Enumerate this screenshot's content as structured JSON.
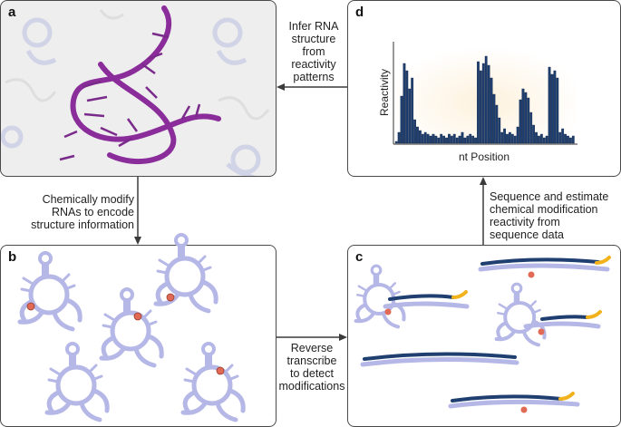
{
  "panels": {
    "a": {
      "label": "a"
    },
    "b": {
      "label": "b"
    },
    "c": {
      "label": "c"
    },
    "d": {
      "label": "d"
    }
  },
  "arrows": {
    "infer": [
      "Infer RNA",
      "structure",
      "from",
      "reactivity",
      "patterns"
    ],
    "modify": [
      "Chemically modify",
      "RNAs to encode",
      "structure information"
    ],
    "reverse": [
      "Reverse",
      "transcribe",
      "to detect",
      "modifications"
    ],
    "sequence": [
      "Sequence and estimate",
      "chemical modification",
      "reactivity from",
      "sequence data"
    ]
  },
  "chart_data": {
    "type": "bar",
    "xlabel": "nt Position",
    "ylabel": "Reactivity",
    "values": [
      1,
      6,
      26,
      44,
      40,
      30,
      36,
      13,
      9,
      7,
      5,
      6,
      5,
      4,
      5,
      4,
      3,
      5,
      4,
      3,
      5,
      4,
      5,
      3,
      4,
      6,
      3,
      4,
      5,
      4,
      3,
      45,
      40,
      44,
      48,
      43,
      36,
      27,
      21,
      14,
      6,
      8,
      5,
      6,
      5,
      4,
      9,
      24,
      30,
      28,
      25,
      17,
      10,
      6,
      4,
      5,
      3,
      4,
      42,
      38,
      40,
      36,
      6,
      8,
      5,
      4,
      3,
      4
    ],
    "ylim": [
      0,
      55
    ],
    "bar_color": "#1f3f70"
  },
  "colors": {
    "rna_light": "#b5b7e6",
    "rna_dark": "#1f3f70",
    "probe": "#e06a55",
    "primer": "#f2b21c",
    "structure": "#8a2c9a",
    "arrow": "#3a3a3a"
  }
}
